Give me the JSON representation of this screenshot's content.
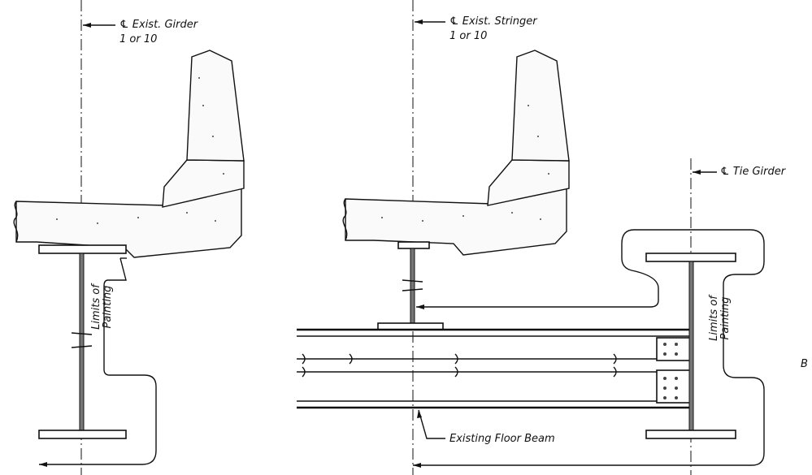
{
  "labels": {
    "cl_girder_line1": "℄ Exist. Girder",
    "cl_girder_line2": "1 or 10",
    "cl_stringer_line1": "℄ Exist. Stringer",
    "cl_stringer_line2": "1 or 10",
    "cl_tie_girder": "℄ Tie Girder",
    "limits_left_line1": "Limits of",
    "limits_left_line2": "Painting",
    "limits_right_line1": "Limits of",
    "limits_right_line2": "Painting",
    "floor_beam": "Existing Floor Beam",
    "edge_fragment": "B"
  }
}
